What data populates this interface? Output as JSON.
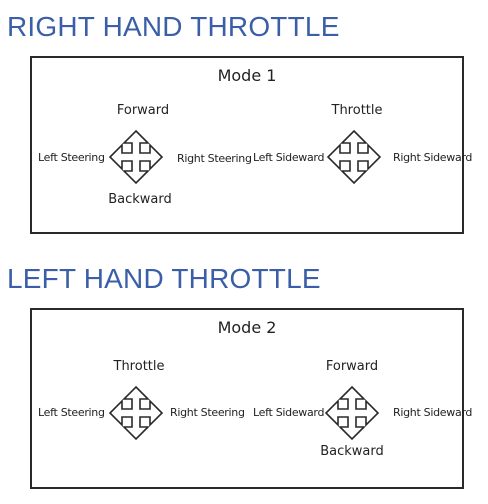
{
  "sections": [
    {
      "title": "RIGHT HAND THROTTLE",
      "mode": "Mode 1",
      "left_stick": {
        "up": "Forward",
        "down": "Backward",
        "left": "Left Steering",
        "right": "Right Steering"
      },
      "right_stick": {
        "up": "Throttle",
        "down": "",
        "left": "Left Sideward",
        "right": "Right Sideward"
      }
    },
    {
      "title": "LEFT HAND THROTTLE",
      "mode": "Mode 2",
      "left_stick": {
        "up": "Throttle",
        "down": "",
        "left": "Left Steering",
        "right": "Right Steering"
      },
      "right_stick": {
        "up": "Forward",
        "down": "Backward",
        "left": "Left Sideward",
        "right": "Right Sideward"
      }
    }
  ],
  "colors": {
    "title": "#3a5fa8",
    "border": "#2a2a2a",
    "text": "#222222"
  },
  "icons": [
    "four-way-arrow-icon"
  ]
}
